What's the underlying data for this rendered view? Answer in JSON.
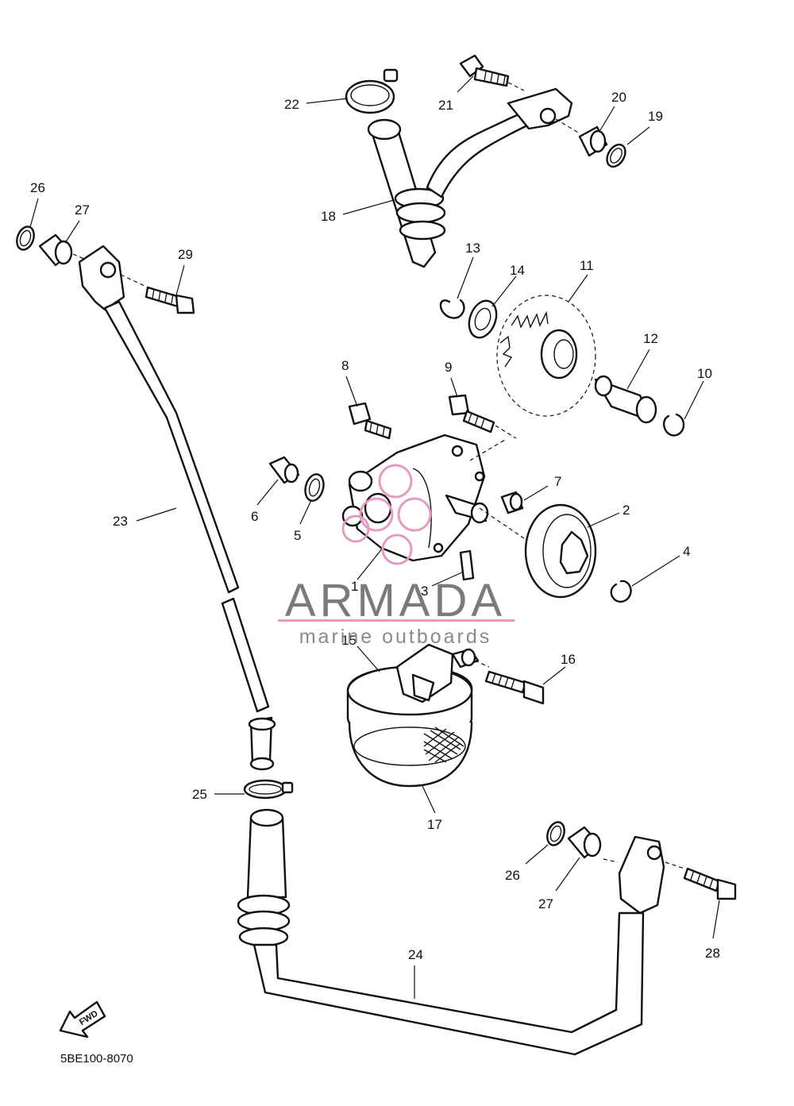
{
  "diagram": {
    "part_numbers": {
      "p1": "1",
      "p2": "2",
      "p3": "3",
      "p4": "4",
      "p5": "5",
      "p6": "6",
      "p7": "7",
      "p8": "8",
      "p9": "9",
      "p10": "10",
      "p11": "11",
      "p12": "12",
      "p13": "13",
      "p14": "14",
      "p15": "15",
      "p16": "16",
      "p17": "17",
      "p18": "18",
      "p19": "19",
      "p20": "20",
      "p21": "21",
      "p22": "22",
      "p23": "23",
      "p24": "24",
      "p25": "25",
      "p26a": "26",
      "p26b": "26",
      "p27a": "27",
      "p27b": "27",
      "p28": "28",
      "p29": "29"
    },
    "drawing_code": "5BE100-8070",
    "direction_label": "FWD"
  },
  "watermark": {
    "brand": "ARMADA",
    "tagline": "marine outboards",
    "colors": {
      "brand_pink": "#e59bc0",
      "brand_gray": "#7a7a7a"
    }
  }
}
